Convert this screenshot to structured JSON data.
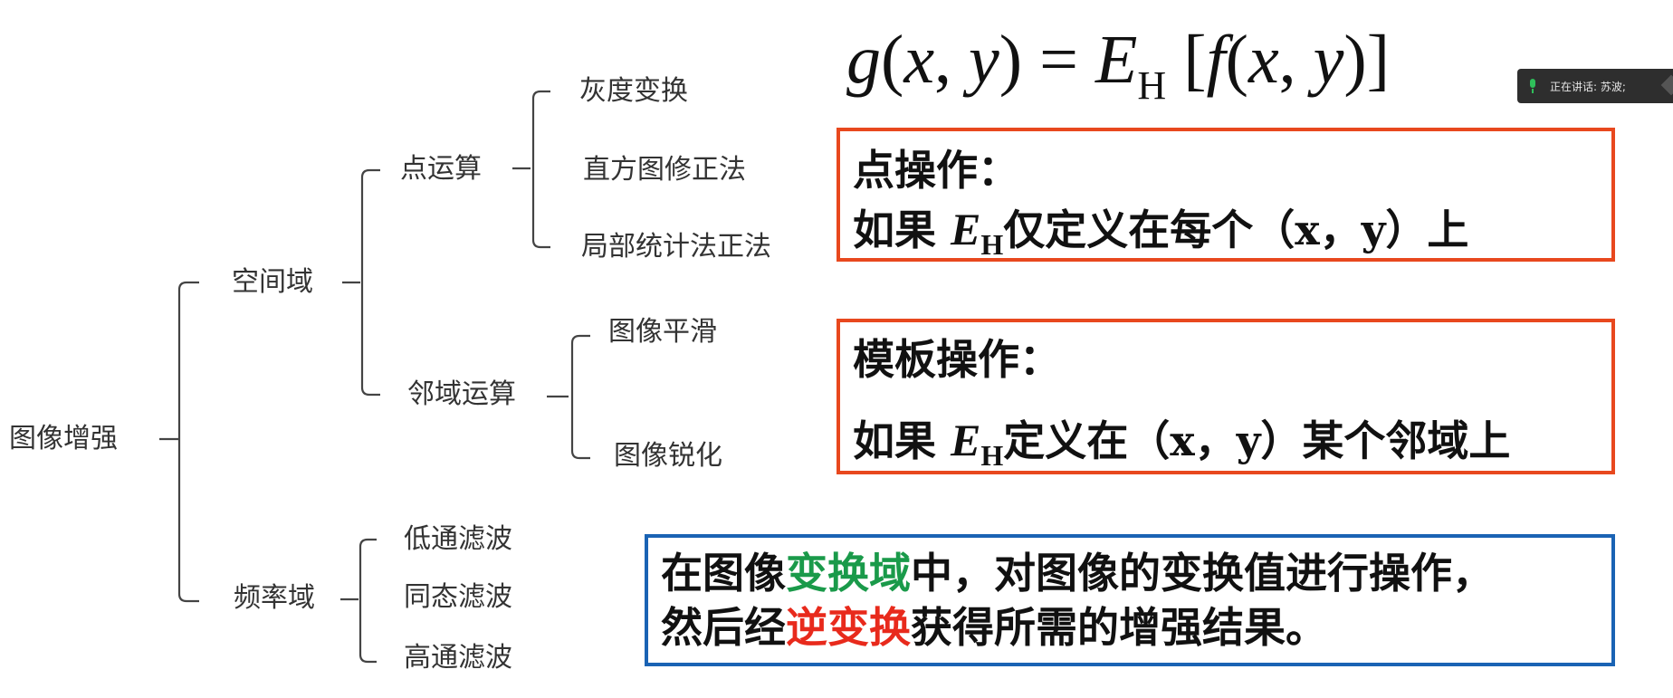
{
  "formula": {
    "g": "g",
    "open1": "(",
    "x": "x",
    "comma": ", ",
    "y": "y",
    "close1": ")",
    "eq": " = ",
    "E": "E",
    "H": "H",
    "rest_open": " [",
    "f": "f",
    "open2": "(",
    "x2": "x",
    "comma2": ", ",
    "y2": "y",
    "close2": ")]"
  },
  "tree": {
    "root": "图像增强",
    "spatial": "空间域",
    "point_op": "点运算",
    "gray_transform": "灰度变换",
    "histogram": "直方图修正法",
    "local_stats": "局部统计法正法",
    "neighborhood_op": "邻域运算",
    "smoothing": "图像平滑",
    "sharpening": "图像锐化",
    "frequency": "频率域",
    "lowpass": "低通滤波",
    "homomorphic": "同态滤波",
    "highpass": "高通滤波"
  },
  "box_point": {
    "title": "点操作：",
    "prefix": "如果 ",
    "E": "E",
    "H": "H",
    "suffix": "仅定义在每个（x，y）上"
  },
  "box_template": {
    "title": "模板操作：",
    "prefix": "如果 ",
    "E": "E",
    "H": "H",
    "suffix": "定义在（x，y）某个邻域上"
  },
  "box_freq": {
    "l1_a": "在图像",
    "l1_green": "变换域",
    "l1_b": "中，对图像的变换值进行操作，",
    "l2_a": "然后经",
    "l2_red": "逆变换",
    "l2_b": "获得所需的增强结果。"
  },
  "badge": {
    "text": "正在讲话: 苏波;",
    "mic_icon": "microphone-icon"
  },
  "colors": {
    "orange_border": "#e8481e",
    "blue_border": "#1a63b4",
    "green_text": "#1a9a4a",
    "red_text": "#e82a1c"
  }
}
